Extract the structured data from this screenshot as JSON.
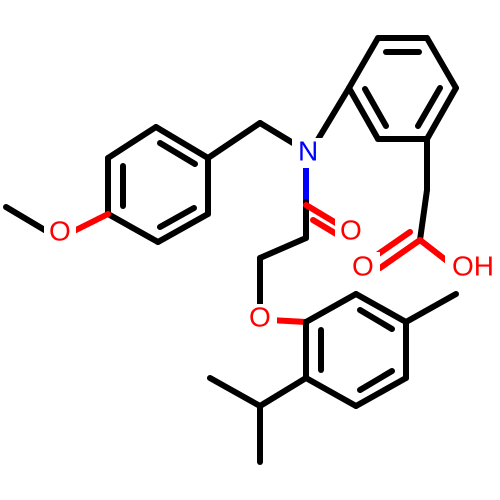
{
  "diagram": {
    "type": "chemical-structure",
    "colors": {
      "bond": "#000000",
      "oxygen": "#ff0000",
      "nitrogen": "#0000ff",
      "background": "#ffffff"
    },
    "labels": {
      "n_amide": "N",
      "o_methoxy": "O",
      "o_carbonyl_amide": "O",
      "o_carbonyl_acid": "O",
      "oh_acid": "OH",
      "o_ether": "O"
    }
  }
}
